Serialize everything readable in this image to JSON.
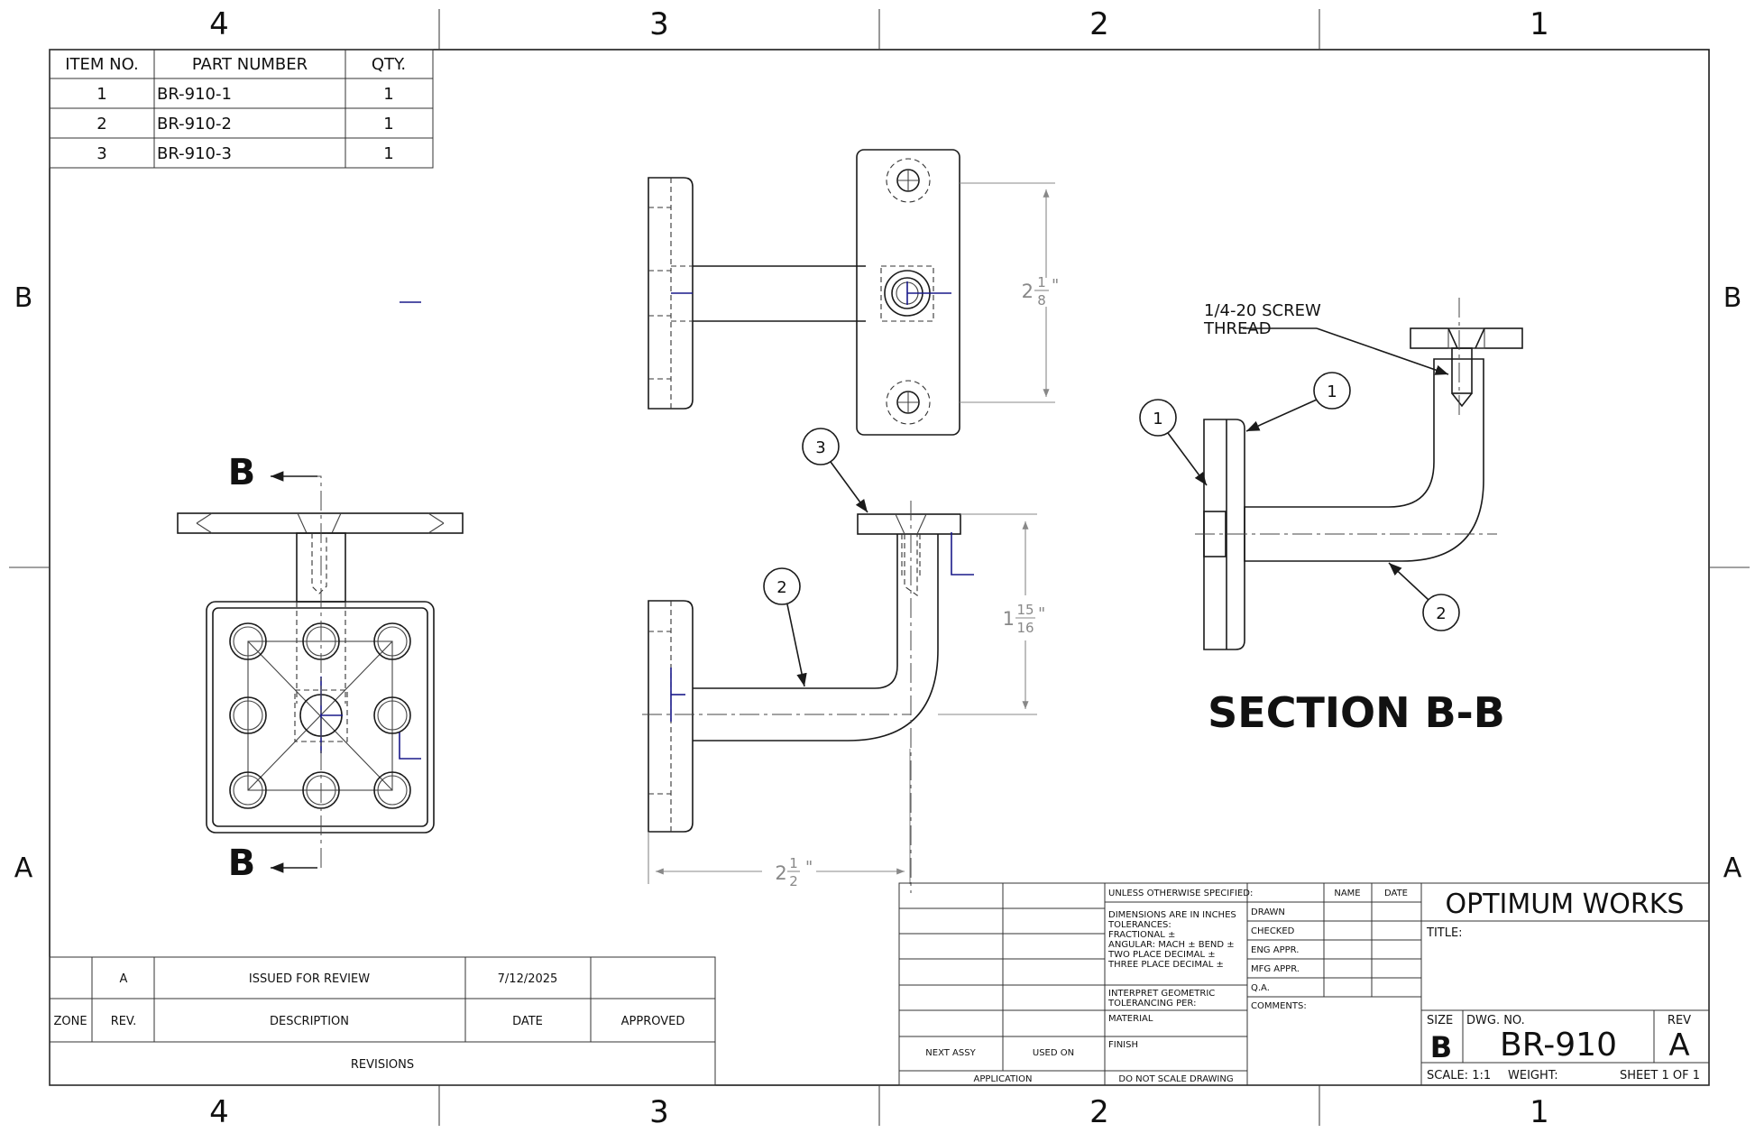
{
  "zones": {
    "columns": [
      "4",
      "3",
      "2",
      "1"
    ],
    "rows": [
      "B",
      "A"
    ]
  },
  "bom": {
    "headers": [
      "ITEM NO.",
      "PART NUMBER",
      "QTY."
    ],
    "rows": [
      [
        "1",
        "BR-910-1",
        "1"
      ],
      [
        "2",
        "BR-910-2",
        "1"
      ],
      [
        "3",
        "BR-910-3",
        "1"
      ]
    ]
  },
  "views": {
    "section_letter": "B",
    "section_title": "SECTION B-B",
    "thread_note_line1": "1/4-20 SCREW",
    "thread_note_line2": "THREAD",
    "balloons": [
      "1",
      "2",
      "3"
    ]
  },
  "dimensions": {
    "top_height": {
      "whole": "2",
      "num": "1",
      "den": "8",
      "unit": "\""
    },
    "side_height": {
      "whole": "1",
      "num": "15",
      "den": "16",
      "unit": "\""
    },
    "depth": {
      "whole": "2",
      "num": "1",
      "den": "2",
      "unit": "\""
    }
  },
  "revisions": {
    "row": {
      "zone": "",
      "rev": "A",
      "description": "ISSUED FOR REVIEW",
      "date": "7/12/2025",
      "approved": ""
    },
    "headers": [
      "ZONE",
      "REV.",
      "DESCRIPTION",
      "DATE",
      "APPROVED"
    ],
    "title": "REVISIONS"
  },
  "title_block": {
    "next_assy": "NEXT ASSY",
    "used_on": "USED ON",
    "application": "APPLICATION",
    "unless": "UNLESS OTHERWISE SPECIFIED:",
    "dims_line1": "DIMENSIONS ARE IN INCHES",
    "dims_line2": "TOLERANCES:",
    "dims_line3": "FRACTIONAL ±",
    "dims_line4": "ANGULAR: MACH ±    BEND ±",
    "dims_line5": "TWO PLACE DECIMAL    ±",
    "dims_line6": "THREE PLACE DECIMAL  ±",
    "interpret1": "INTERPRET GEOMETRIC",
    "interpret2": "TOLERANCING PER:",
    "material": "MATERIAL",
    "finish": "FINISH",
    "do_not_scale": "DO NOT SCALE DRAWING",
    "name_hdr": "NAME",
    "date_hdr": "DATE",
    "roles": [
      "DRAWN",
      "CHECKED",
      "ENG APPR.",
      "MFG APPR.",
      "Q.A."
    ],
    "comments": "COMMENTS:",
    "company": "OPTIMUM WORKS",
    "title_label": "TITLE:",
    "size_label": "SIZE",
    "size": "B",
    "dwg_label": "DWG.  NO.",
    "dwg_no": "BR-910",
    "rev_label": "REV",
    "rev": "A",
    "scale": "SCALE: 1:1",
    "weight": "WEIGHT:",
    "sheet": "SHEET 1 OF 1"
  }
}
